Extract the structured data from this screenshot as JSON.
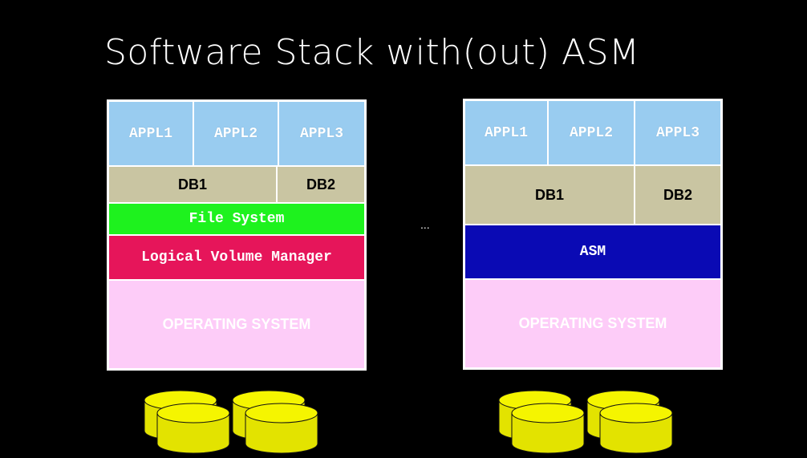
{
  "title": "Software Stack with(out) ASM",
  "separator": "...",
  "left_stack": {
    "appl1": "APPL1",
    "appl2": "APPL2",
    "appl3": "APPL3",
    "db1": "DB1",
    "db2": "DB2",
    "file_system": "File System",
    "lvm": "Logical Volume Manager",
    "os": "OPERATING SYSTEM"
  },
  "right_stack": {
    "appl1": "APPL1",
    "appl2": "APPL2",
    "appl3": "APPL3",
    "db1": "DB1",
    "db2": "DB2",
    "asm": "ASM",
    "os": "OPERATING SYSTEM"
  },
  "colors": {
    "appl": "#99ccf0",
    "db": "#c9c5a2",
    "file_system": "#1ef21e",
    "lvm": "#e6155a",
    "asm": "#0a0ab4",
    "os": "#fdccf8",
    "disk": "#e8e800"
  }
}
